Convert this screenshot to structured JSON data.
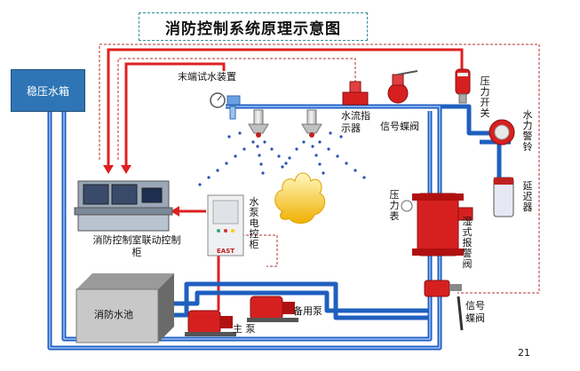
{
  "title": "消防控制系统原理示意图",
  "page_number": "21",
  "components": {
    "pressure_tank": "稳压水箱",
    "end_test": "末端试水装置",
    "flow_indicator": "水流指示器",
    "signal_valve_top": "信号蝶阀",
    "pressure_switch": "压力开关",
    "alarm_bell": "水力警铃",
    "delay_device": "延迟器",
    "pressure_gauge": "压力表",
    "wet_alarm_valve": "湿式报警阀",
    "signal_valve_bottom": "信号蝶阀",
    "control_room": "消防控制室联动控制柜",
    "pump_control": "水泵电控柜",
    "cabinet_brand": "EAST",
    "water_pool": "消防水池",
    "main_pump": "主  泵",
    "standby_pump": "备用泵"
  },
  "colors": {
    "blue_pipe": "#1f5fbf",
    "signal_line": "#e02020",
    "alarm_valve": "#d62020",
    "tank_fill": "#2f75b5",
    "title_border": "#2f8f9a"
  }
}
